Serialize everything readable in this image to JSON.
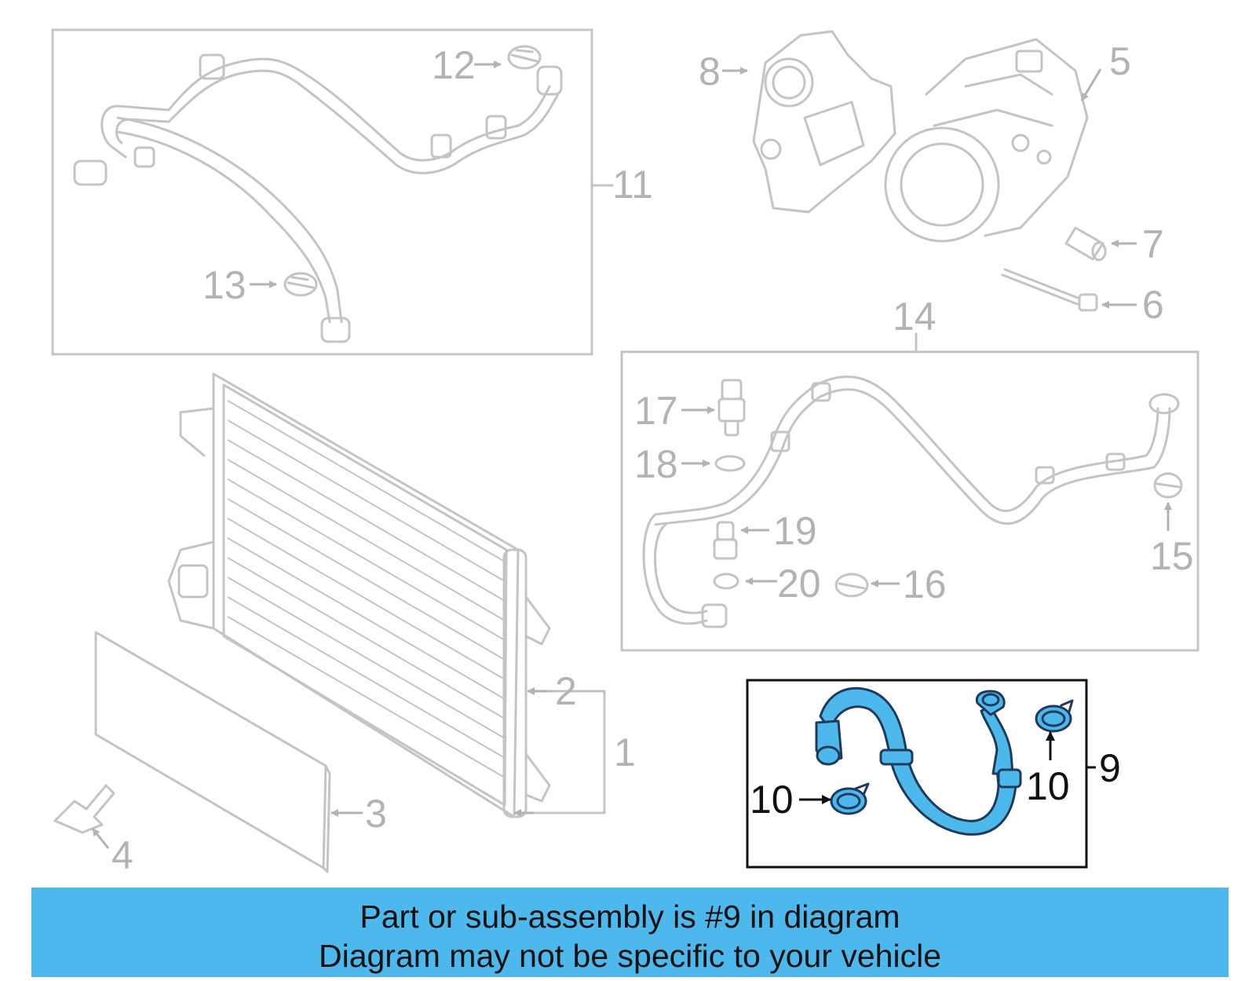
{
  "callouts": {
    "c1": "1",
    "c2": "2",
    "c3": "3",
    "c4": "4",
    "c5": "5",
    "c6": "6",
    "c7": "7",
    "c8": "8",
    "c9": "9",
    "c10a": "10",
    "c10b": "10",
    "c11": "11",
    "c12": "12",
    "c13": "13",
    "c14": "14",
    "c15": "15",
    "c16": "16",
    "c17": "17",
    "c18": "18",
    "c19": "19",
    "c20": "20"
  },
  "banner": {
    "line1": "Part or sub-assembly is #9 in diagram",
    "line2": "Diagram may not be specific to your vehicle"
  },
  "colors": {
    "highlight": "#4db8ec",
    "banner": "#4db8ec",
    "linework": "#c4c4c4"
  }
}
